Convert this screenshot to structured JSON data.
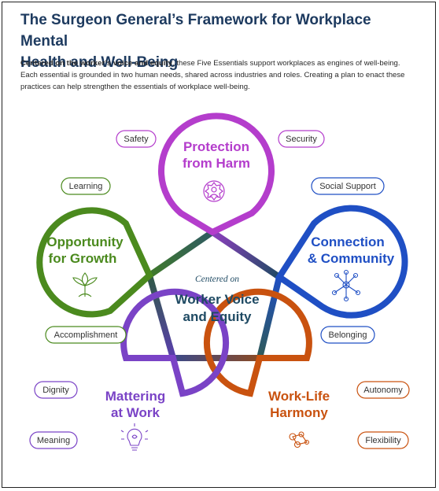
{
  "title_line1": "The Surgeon General’s Framework for Workplace Mental",
  "title_line2": "Health and Well-Being",
  "intro_bold": "Centered on the worker’s voice and equity",
  "intro_rest": ", these Five Essentials support workplaces as engines of well-being. Each essential is grounded in two human needs, shared across industries and roles. Creating a plan to enact these practices can help strengthen the essentials of workplace well-being.",
  "center": {
    "small": "Centered on",
    "line1": "Worker Voice",
    "line2": "and Equity"
  },
  "colors": {
    "title": "#1d3a5f",
    "protection": "#b43dcc",
    "connection": "#1f4fc4",
    "worklife": "#c9520f",
    "mattering": "#7a43c6",
    "opportunity": "#4b8a1e",
    "center": "#1f4a63"
  },
  "essentials": {
    "protection": {
      "line1": "Protection",
      "line2": "from Harm",
      "icon": "shield-people-icon",
      "needs": [
        "Safety",
        "Security"
      ]
    },
    "connection": {
      "line1": "Connection",
      "line2": "& Community",
      "icon": "network-icon",
      "needs": [
        "Social Support",
        "Belonging"
      ]
    },
    "worklife": {
      "line1": "Work-Life",
      "line2": "Harmony",
      "icon": "puzzle-icon",
      "needs": [
        "Autonomy",
        "Flexibility"
      ]
    },
    "mattering": {
      "line1": "Mattering",
      "line2": "at Work",
      "icon": "lightbulb-icon",
      "needs": [
        "Dignity",
        "Meaning"
      ]
    },
    "opportunity": {
      "line1": "Opportunity",
      "line2": "for Growth",
      "icon": "lotus-icon",
      "needs": [
        "Learning",
        "Accomplishment"
      ]
    }
  }
}
